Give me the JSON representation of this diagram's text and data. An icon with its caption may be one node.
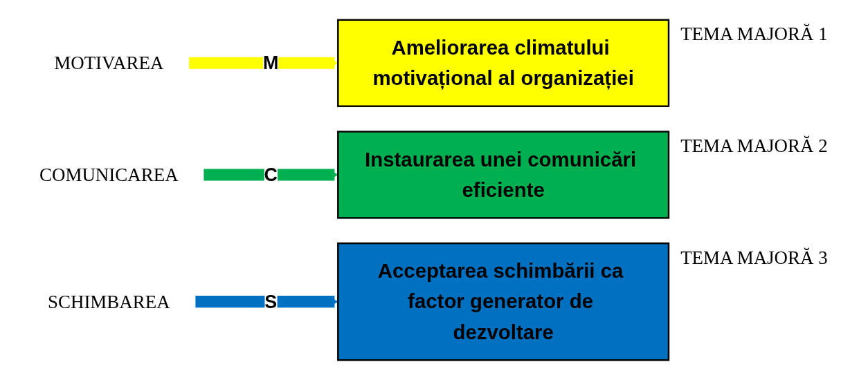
{
  "diagram": {
    "nodes": [
      {
        "text": [
          "MOTIVAREA"
        ]
      },
      {
        "text": [
          "Ameliorarea climatului motivațional al organizației"
        ],
        "beside": [
          "TEMA MAJORĂ 1"
        ]
      },
      {
        "text": [
          "COMUNICAREA"
        ]
      },
      {
        "text": [
          "Instaurarea unei comunicări eficiente"
        ],
        "beside": [
          "TEMA MAJORĂ 2"
        ]
      },
      {
        "text": [
          "SCHIMBAREA"
        ]
      },
      {
        "text": [
          "Acceptarea schimbării ca factor generator de dezvoltare"
        ],
        "beside": [
          "TEMA MAJORĂ 3"
        ]
      }
    ],
    "edges": [
      {
        "from": 0,
        "to": 1,
        "arrow": "to",
        "label": "M",
        "color": "#ffff00"
      },
      {
        "from": 2,
        "to": 3,
        "arrow": "to",
        "label": "C",
        "color": "#00b050"
      },
      {
        "from": 4,
        "to": 5,
        "arrow": "to",
        "label": "S",
        "color": "#0070c0"
      }
    ]
  }
}
